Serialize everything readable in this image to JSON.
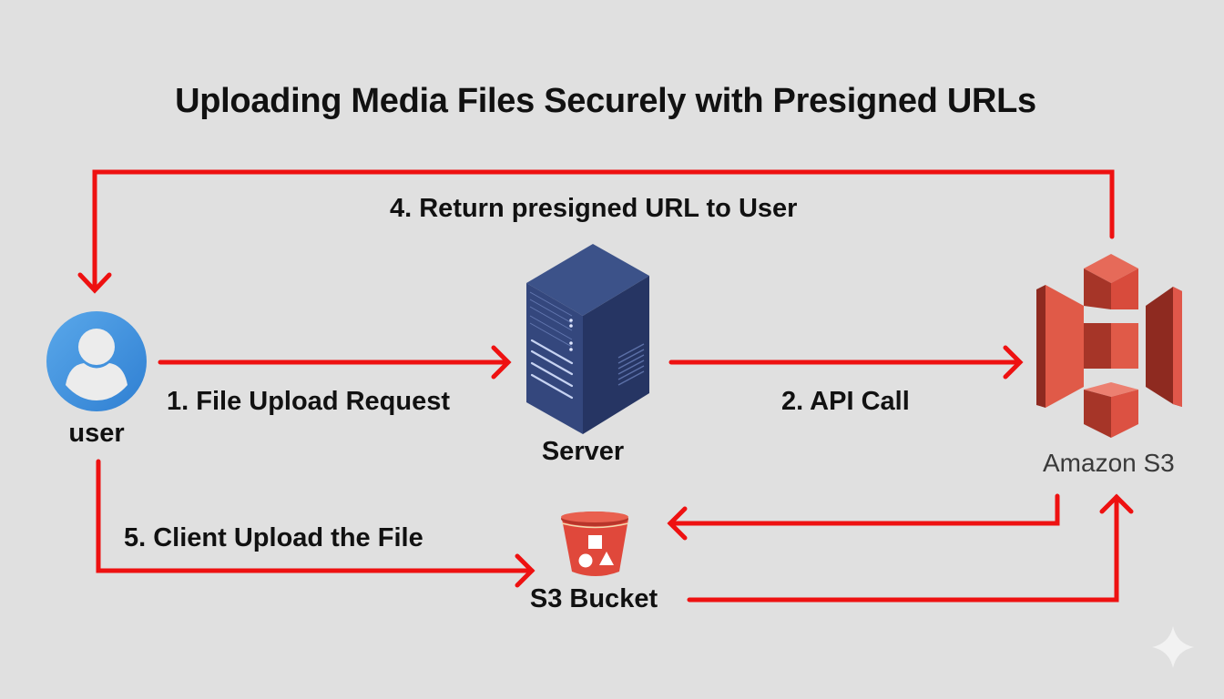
{
  "title": "Uploading Media Files Securely with Presigned URLs",
  "nodes": {
    "user": {
      "label": "user",
      "icon": "user-avatar-icon",
      "color": "#3d8fdc"
    },
    "server": {
      "label": "Server",
      "icon": "server-tower-icon",
      "color": "#2c3e73"
    },
    "s3": {
      "label": "Amazon S3",
      "icon": "amazon-s3-logo-icon",
      "color": "#d9473a"
    },
    "bucket": {
      "label": "S3 Bucket",
      "icon": "s3-bucket-icon",
      "color": "#e0483b"
    }
  },
  "steps": [
    {
      "label": "1. File Upload Request",
      "from": "user",
      "to": "server"
    },
    {
      "label": "2. API Call",
      "from": "server",
      "to": "s3"
    },
    {
      "label": "4. Return presigned URL to User",
      "from": "s3",
      "to": "user"
    },
    {
      "label": "5. Client Upload the File",
      "from": "user",
      "to": "bucket"
    }
  ],
  "connectors": [
    {
      "from": "s3",
      "to": "bucket"
    },
    {
      "from": "bucket",
      "to": "s3"
    }
  ],
  "colors": {
    "arrow": "#ee1111",
    "background": "#e0e0e0"
  },
  "watermark_icon": "sparkle-icon"
}
